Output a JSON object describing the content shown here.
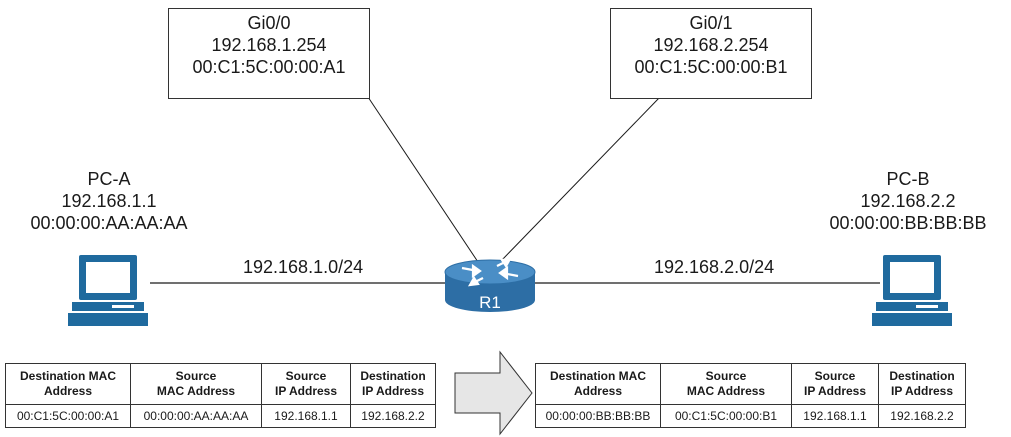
{
  "router": {
    "name": "R1",
    "interfaces": [
      {
        "name": "Gi0/0",
        "ip": "192.168.1.254",
        "mac": "00:C1:5C:00:00:A1"
      },
      {
        "name": "Gi0/1",
        "ip": "192.168.2.254",
        "mac": "00:C1:5C:00:00:B1"
      }
    ]
  },
  "hosts": [
    {
      "name": "PC-A",
      "ip": "192.168.1.1",
      "mac": "00:00:00:AA:AA:AA"
    },
    {
      "name": "PC-B",
      "ip": "192.168.2.2",
      "mac": "00:00:00:BB:BB:BB"
    }
  ],
  "networks": [
    "192.168.1.0/24",
    "192.168.2.0/24"
  ],
  "colors": {
    "router_fill": "#2d6ea5",
    "router_top": "#4a8ec6",
    "pc_fill": "#1f6a9e",
    "arrow_fill": "#e6e6e6"
  },
  "frame_headers": [
    [
      "Destination MAC",
      "Address"
    ],
    [
      "Source",
      "MAC Address"
    ],
    [
      "Source",
      "IP Address"
    ],
    [
      "Destination",
      "IP Address"
    ]
  ],
  "frames": [
    {
      "cells": [
        "00:C1:5C:00:00:A1",
        "00:00:00:AA:AA:AA",
        "192.168.1.1",
        "192.168.2.2"
      ]
    },
    {
      "cells": [
        "00:00:00:BB:BB:BB",
        "00:C1:5C:00:00:B1",
        "192.168.1.1",
        "192.168.2.2"
      ]
    }
  ]
}
